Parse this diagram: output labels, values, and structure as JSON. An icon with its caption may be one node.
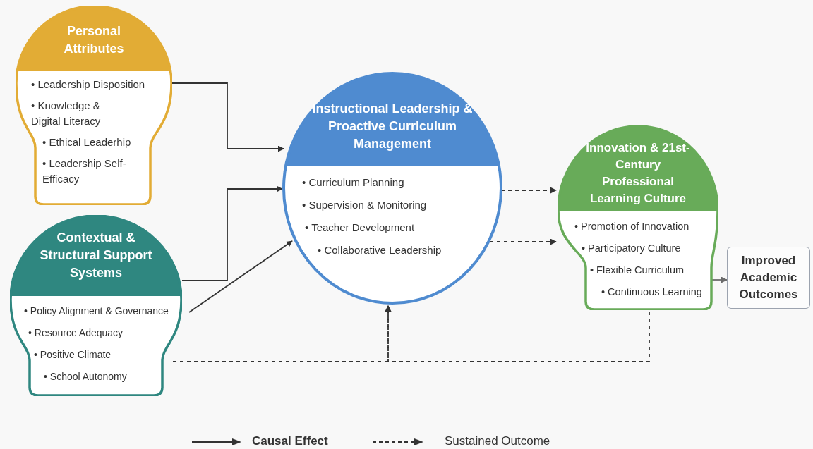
{
  "diagram": {
    "nodes": [
      {
        "text": [
          "Personal Attributes",
          "• Leadership Disposition",
          "• Knowledge & Digital Literacy",
          "• Ethical Leaderhip",
          "• Leadership Self-Efficacy"
        ]
      },
      {
        "text": [
          "Contextual & Structural Support Systems",
          "• Policy Alignment & Governance",
          "• Resource Adequacy",
          "• Positive Climate",
          "• School Autonomy"
        ]
      },
      {
        "text": [
          "Instructional Leadership & Proactive Curriculum Management",
          "• Curriculum Planning",
          "• Supervision & Monitoring",
          "• Teacher Development",
          "• Collaborative Leadership"
        ]
      },
      {
        "text": [
          "Innovation & 21st-Century Professional Learning Culture",
          "• Promotion of Innovation",
          "• Participatory Culture",
          "• Flexible Curriculum",
          "• Continuous Learning"
        ]
      },
      {
        "text": [
          "Improved Academic Outcomes"
        ]
      }
    ],
    "edges": [
      {
        "from": 0,
        "to": 2,
        "arrow": "to"
      },
      {
        "from": 1,
        "to": 2,
        "arrow": "to"
      },
      {
        "from": 1,
        "to": 2,
        "arrow": "to"
      },
      {
        "from": 2,
        "to": 3,
        "arrow": "to",
        "style": "dashed"
      },
      {
        "from": 2,
        "to": 3,
        "arrow": "to",
        "style": "dashed"
      },
      {
        "from": 1,
        "to": 2,
        "arrow": "to",
        "style": "dashed"
      },
      {
        "from": 3,
        "to": 2,
        "arrow": "to",
        "style": "dashed"
      },
      {
        "from": 3,
        "to": 4,
        "arrow": "to",
        "color": "#6b6b6b"
      }
    ],
    "legend": [
      {
        "text": "Causal Effect"
      },
      {
        "text": "Sustained Outcome"
      }
    ]
  }
}
